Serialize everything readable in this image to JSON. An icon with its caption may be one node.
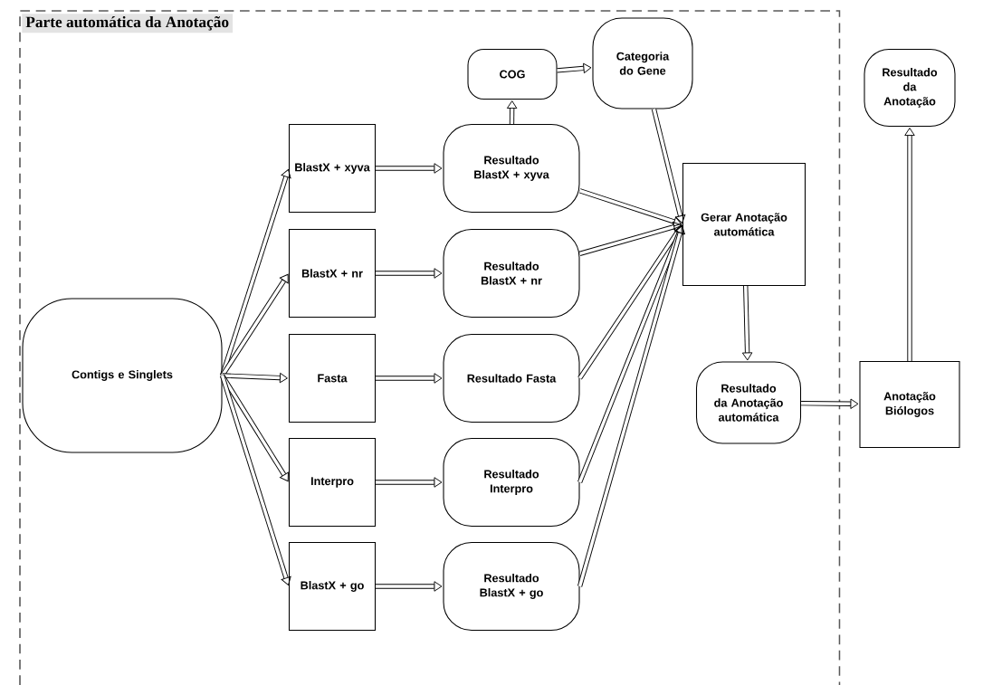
{
  "diagram": {
    "nodes": [
      {
        "text": [
          "Parte automática da Anotação"
        ]
      },
      {
        "text": [
          "Contigs e Singlets"
        ],
        "in": 0
      },
      {
        "text": [
          "BlastX + xyva"
        ],
        "in": 0
      },
      {
        "text": [
          "BlastX + nr"
        ],
        "in": 0
      },
      {
        "text": [
          "Fasta"
        ],
        "in": 0
      },
      {
        "text": [
          "Interpro"
        ],
        "in": 0
      },
      {
        "text": [
          "BlastX + go"
        ],
        "in": 0
      },
      {
        "text": [
          "Resultado BlastX + xyva"
        ],
        "in": 0
      },
      {
        "text": [
          "Resultado BlastX + nr"
        ],
        "in": 0
      },
      {
        "text": [
          "Resultado Fasta"
        ],
        "in": 0
      },
      {
        "text": [
          "Resultado Interpro"
        ],
        "in": 0
      },
      {
        "text": [
          "Resultado BlastX + go"
        ],
        "in": 0
      },
      {
        "text": [
          "COG"
        ],
        "in": 0
      },
      {
        "text": [
          "Categoria do Gene"
        ],
        "in": 0
      },
      {
        "text": [
          "Gerar Anotação automática"
        ],
        "in": 0
      },
      {
        "text": [
          "Resultado da Anotação automática"
        ],
        "in": 0
      },
      {
        "text": [
          "Anotação Biólogos"
        ]
      },
      {
        "text": [
          "Resultado da Anotação"
        ]
      }
    ],
    "edges": [
      {
        "from": 1,
        "to": 2,
        "arrow": "to"
      },
      {
        "from": 1,
        "to": 3,
        "arrow": "to"
      },
      {
        "from": 1,
        "to": 4,
        "arrow": "to"
      },
      {
        "from": 1,
        "to": 5,
        "arrow": "to"
      },
      {
        "from": 1,
        "to": 6,
        "arrow": "to"
      },
      {
        "from": 2,
        "to": 7,
        "arrow": "to"
      },
      {
        "from": 3,
        "to": 8,
        "arrow": "to"
      },
      {
        "from": 4,
        "to": 9,
        "arrow": "to"
      },
      {
        "from": 5,
        "to": 10,
        "arrow": "to"
      },
      {
        "from": 6,
        "to": 11,
        "arrow": "to"
      },
      {
        "from": 7,
        "to": 12,
        "arrow": "to"
      },
      {
        "from": 12,
        "to": 13,
        "arrow": "to"
      },
      {
        "from": 13,
        "to": 14,
        "arrow": "to"
      },
      {
        "from": 7,
        "to": 14,
        "arrow": "to"
      },
      {
        "from": 8,
        "to": 14,
        "arrow": "to"
      },
      {
        "from": 9,
        "to": 14,
        "arrow": "to"
      },
      {
        "from": 10,
        "to": 14,
        "arrow": "to"
      },
      {
        "from": 11,
        "to": 14,
        "arrow": "to"
      },
      {
        "from": 14,
        "to": 15,
        "arrow": "to"
      },
      {
        "from": 15,
        "to": 16,
        "arrow": "to"
      },
      {
        "from": 16,
        "to": 17,
        "arrow": "to"
      }
    ]
  }
}
